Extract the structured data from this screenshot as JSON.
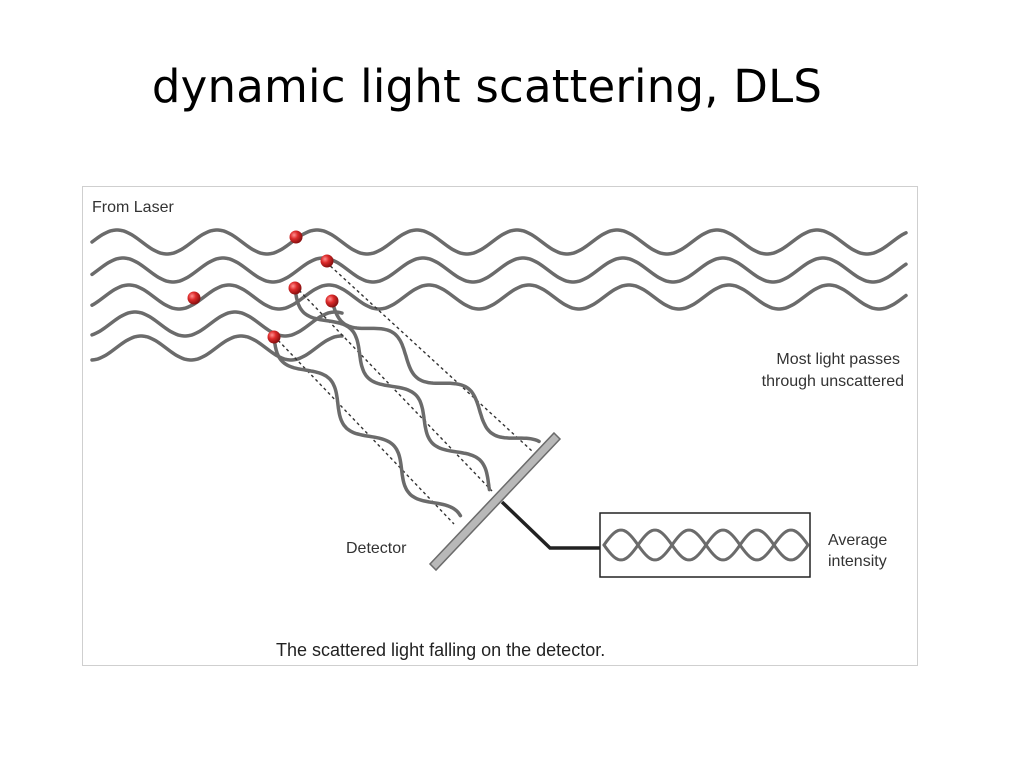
{
  "slide": {
    "title": "dynamic light scattering, DLS"
  },
  "diagram": {
    "labels": {
      "source": "From Laser",
      "unscattered_line1": "Most light passes",
      "unscattered_line2": "through unscattered",
      "detector": "Detector",
      "intensity_line1": "Average",
      "intensity_line2": "intensity",
      "caption": "The scattered light falling on the detector."
    },
    "colors": {
      "wave": "#6b6b6b",
      "particle": "#cc2222",
      "detector_plate": "#b0b0b0",
      "cable": "#222222"
    }
  }
}
